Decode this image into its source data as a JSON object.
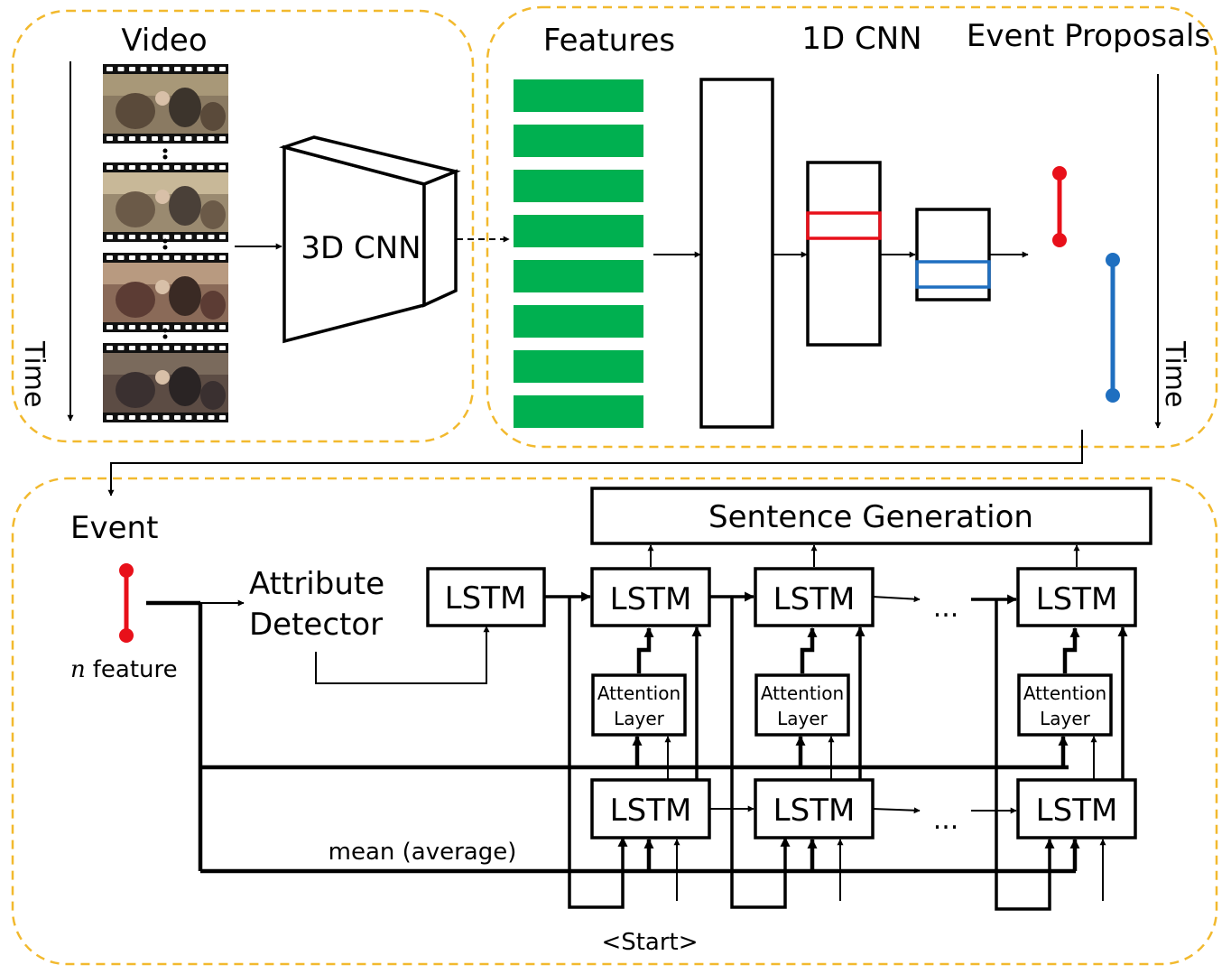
{
  "video": {
    "title": "Video",
    "time_label": "Time",
    "frame_count": 4
  },
  "cnn3d": {
    "label": "3D CNN"
  },
  "features": {
    "title": "Features",
    "bar_count": 8,
    "bar_color": "#00b050"
  },
  "cnn1d": {
    "title": "1D CNN"
  },
  "proposals": {
    "title": "Event Proposals",
    "time_label": "Time",
    "colors": {
      "red": "#e8101a",
      "blue": "#1f6fc0"
    }
  },
  "event": {
    "title": "Event",
    "n_symbol": "n",
    "feature_label": "feature"
  },
  "attribute_detector": {
    "line1": "Attribute",
    "line2": "Detector"
  },
  "sentence_generation": {
    "label": "Sentence Generation"
  },
  "lstm_label": "LSTM",
  "attention": {
    "line1": "Attention",
    "line2": "Layer"
  },
  "ellipsis": "...",
  "mean_label": "mean (average)",
  "start_label": "<Start>",
  "panel_color": "#f2b92e"
}
